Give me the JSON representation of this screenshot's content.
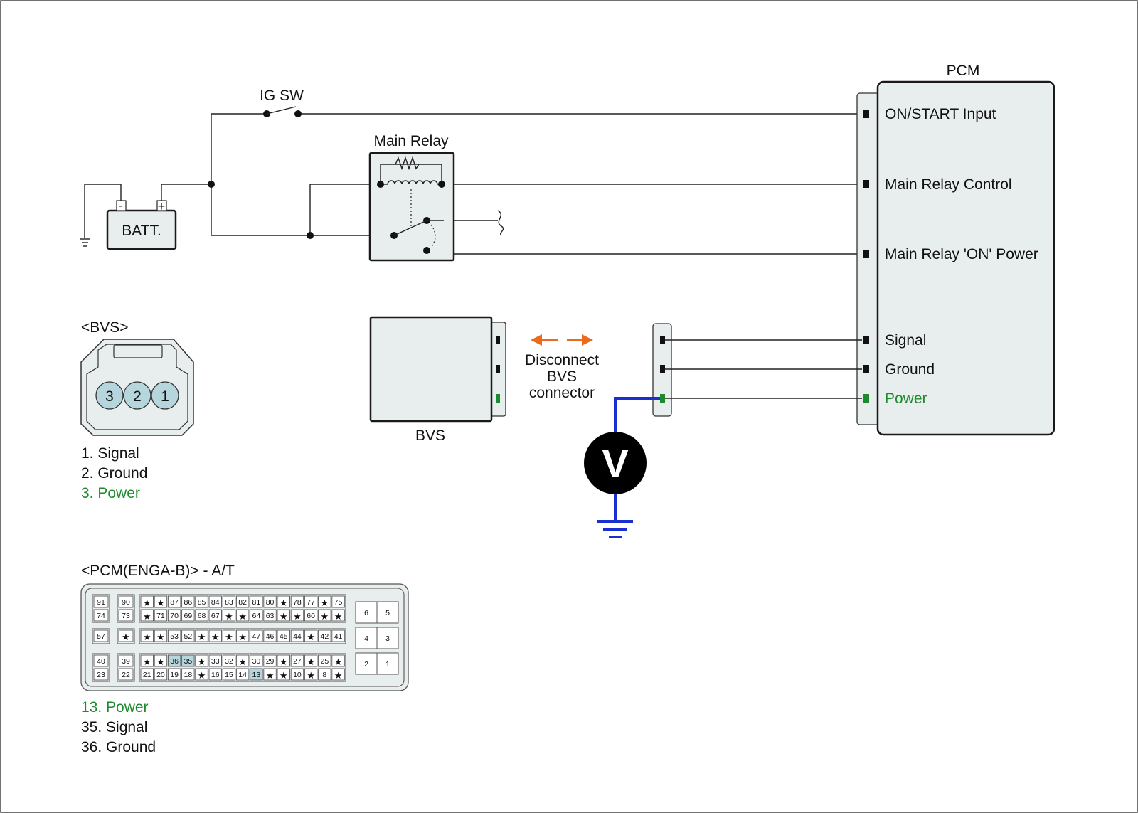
{
  "labels": {
    "ig_sw": "IG SW",
    "main_relay": "Main Relay",
    "batt": "BATT.",
    "batt_minus": "-",
    "batt_plus": "+",
    "pcm": "PCM",
    "bvs": "BVS",
    "disconnect": [
      "Disconnect",
      "BVS",
      "connector"
    ],
    "voltmeter": "V"
  },
  "pcm_pins": [
    {
      "label": "ON/START Input",
      "color": "#111111"
    },
    {
      "label": "Main Relay Control",
      "color": "#111111"
    },
    {
      "label": "Main Relay 'ON' Power",
      "color": "#111111"
    },
    {
      "label": "Signal",
      "color": "#111111"
    },
    {
      "label": "Ground",
      "color": "#111111"
    },
    {
      "label": "Power",
      "color": "#1e8a2e"
    }
  ],
  "bvs_connector": {
    "title": "<BVS>",
    "pins": [
      "3",
      "2",
      "1"
    ],
    "legend": [
      {
        "text": "1. Signal",
        "color": "#111111"
      },
      {
        "text": "2. Ground",
        "color": "#111111"
      },
      {
        "text": "3. Power",
        "color": "#1e8a2e"
      }
    ]
  },
  "pcm_connector": {
    "title": "<PCM(ENGA-B)> - A/T",
    "rows": [
      [
        "91",
        "90",
        "*",
        "*",
        "87",
        "86",
        "85",
        "84",
        "83",
        "82",
        "81",
        "80",
        "*",
        "78",
        "77",
        "*",
        "75"
      ],
      [
        "74",
        "73",
        "*",
        "71",
        "70",
        "69",
        "68",
        "67",
        "*",
        "*",
        "64",
        "63",
        "*",
        "*",
        "60",
        "*",
        "*"
      ],
      [
        "57",
        "*",
        "*",
        "*",
        "53",
        "52",
        "*",
        "*",
        "*",
        "*",
        "47",
        "46",
        "45",
        "44",
        "*",
        "42",
        "41"
      ],
      [
        "40",
        "39",
        "*",
        "*",
        "36",
        "35",
        "*",
        "33",
        "32",
        "*",
        "30",
        "29",
        "*",
        "27",
        "*",
        "25",
        "*"
      ],
      [
        "23",
        "22",
        "21",
        "20",
        "19",
        "18",
        "*",
        "16",
        "15",
        "14",
        "13",
        "*",
        "*",
        "10",
        "*",
        "8",
        "*"
      ]
    ],
    "highlighted": [
      "36",
      "35",
      "13"
    ],
    "right_block": [
      [
        "6",
        "5"
      ],
      [
        "4",
        "3"
      ],
      [
        "2",
        "1"
      ]
    ],
    "legend": [
      {
        "text": "13. Power",
        "color": "#1e8a2e"
      },
      {
        "text": "35. Signal",
        "color": "#111111"
      },
      {
        "text": "36. Ground",
        "color": "#111111"
      }
    ]
  },
  "colors": {
    "power": "#1e8a2e",
    "probe": "#1a2fd0",
    "arrow": "#ea6a1f",
    "box_fill": "#e8edee",
    "pin_highlight": "#b6d6de"
  }
}
